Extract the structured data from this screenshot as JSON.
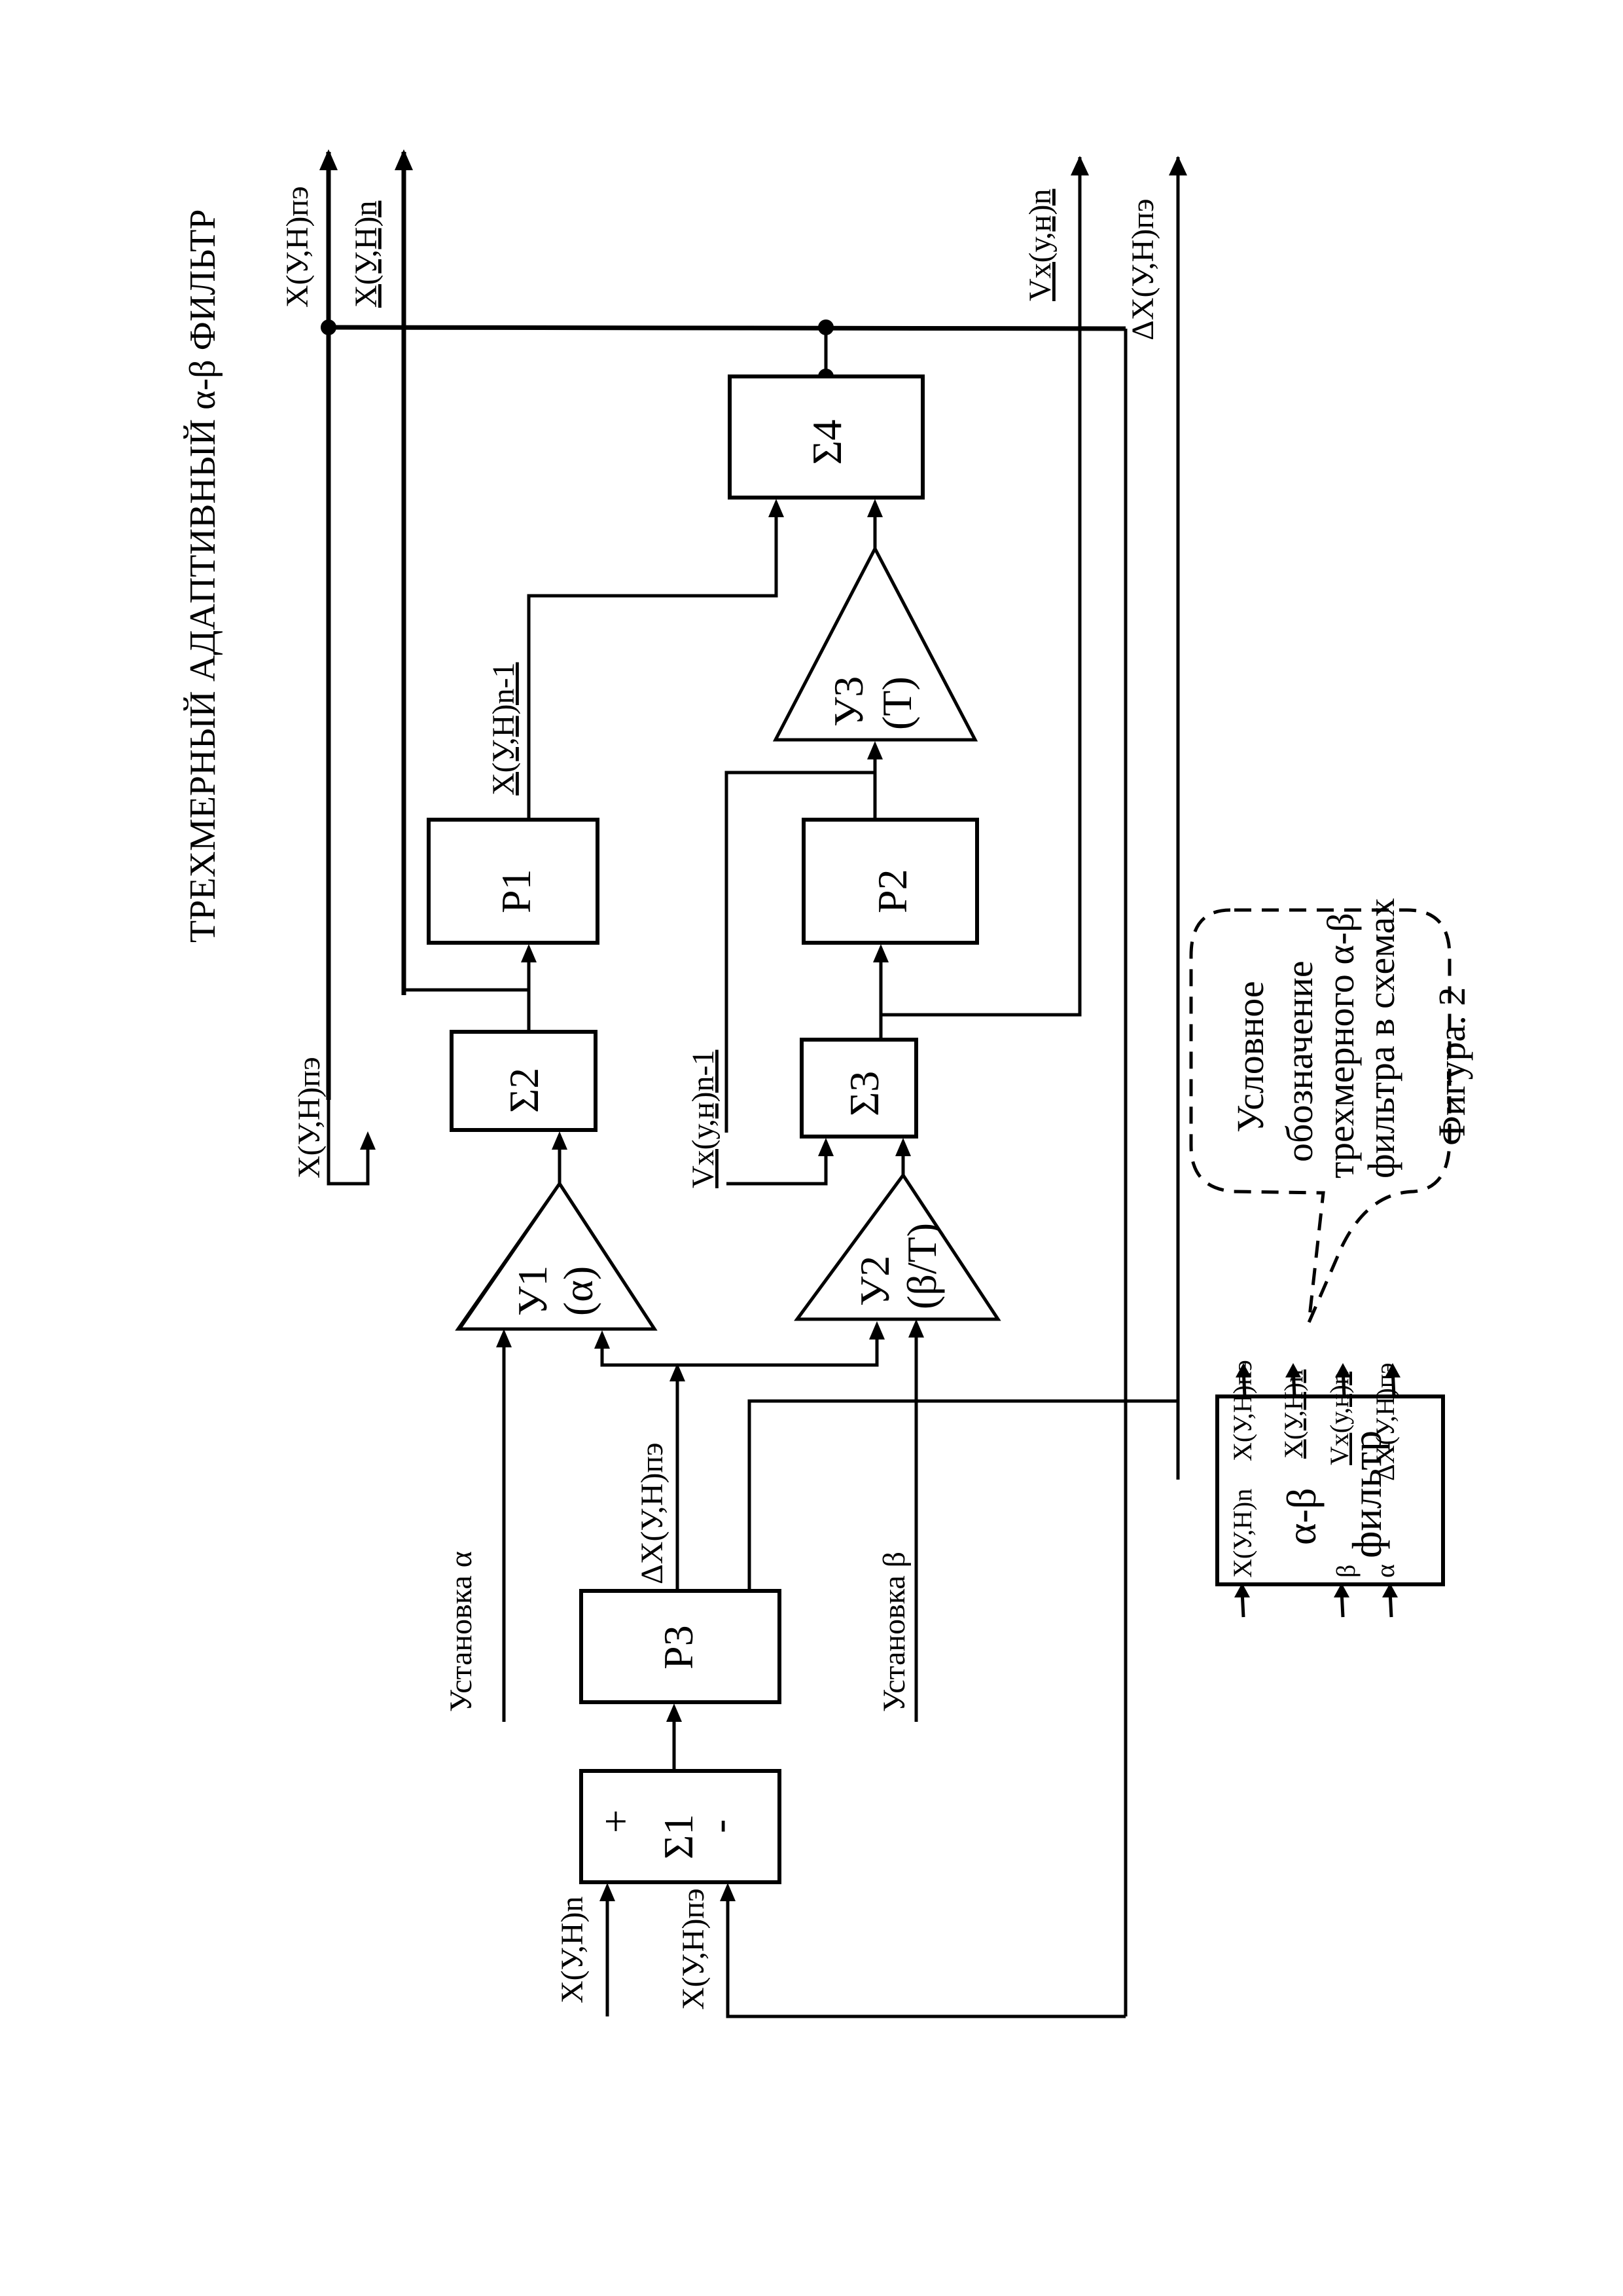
{
  "title": "ТРЕХМЕРНЫЙ  АДАПТИВНЫЙ α-β ФИЛЬТР",
  "figure_caption": "Фигура. 2",
  "blocks": {
    "sum1": {
      "label": "Σ1",
      "plus": "+",
      "minus": "-"
    },
    "sum2": {
      "label": "Σ2"
    },
    "sum3": {
      "label": "Σ3"
    },
    "sum4": {
      "label": "Σ4"
    },
    "p1": {
      "label": "P1"
    },
    "p2": {
      "label": "P2"
    },
    "p3": {
      "label": "P3"
    },
    "amp1": {
      "label": "У1",
      "param": "(α)"
    },
    "amp2": {
      "label": "У2",
      "param": "(β/T)"
    },
    "amp3": {
      "label": "У3",
      "param": "(T)"
    }
  },
  "signals": {
    "in_measured": "X(У,Н)n",
    "in_extrapolated": "X(У,Н)пэ",
    "set_alpha": "Установка α",
    "set_beta": "Установка β",
    "delta_x": "ΔX(У,Н)пэ",
    "sum2_in": "X(У,Н)пэ",
    "p1_out": "X(У,Н)n-1",
    "vx_prev": "Vx(у,н)n-1",
    "out_x_pe": "X(У,Н)пэ",
    "out_x_n": "X(У,Н)n",
    "out_vx": "Vx(у,н)n",
    "out_delta": "ΔX(У,Н)пэ"
  },
  "legend": {
    "callout": [
      "Условное",
      "обозначение",
      "трехмерного α-β",
      "фильтра  в схемах"
    ],
    "symbol": {
      "name_line1": "α-β",
      "name_line2": "фильтр",
      "inputs": [
        "X(У,Н)n",
        "β",
        "α"
      ],
      "outputs": [
        "X(У,Н)пэ",
        "X(У,Н)n",
        "Vx(у,н)n",
        "ΔX(У,Н)пэ"
      ]
    }
  }
}
